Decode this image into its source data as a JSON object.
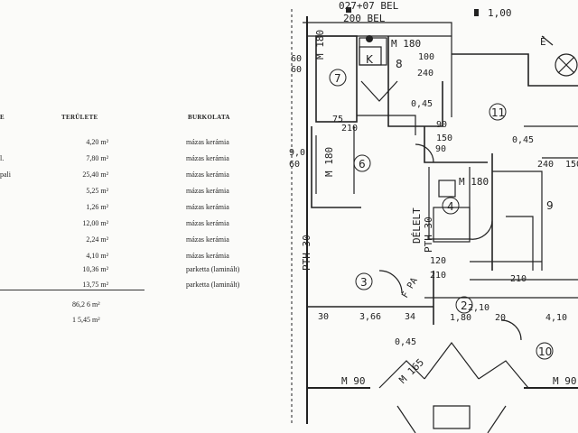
{
  "table": {
    "headers": {
      "area": "TERÜLETE",
      "finish": "BURKOLATA"
    },
    "rows": [
      {
        "label": "",
        "area": "4,20 m²",
        "finish": "mázas kerámia"
      },
      {
        "label": "l.",
        "area": "7,80 m²",
        "finish": "mázas kerámia"
      },
      {
        "label": "pali",
        "area": "25,40 m²",
        "finish": "mázas kerámia"
      },
      {
        "label": "",
        "area": "5,25 m²",
        "finish": "mázas kerámia"
      },
      {
        "label": "",
        "area": "1,26 m²",
        "finish": "mázas kerámia"
      },
      {
        "label": "",
        "area": "12,00 m²",
        "finish": "mázas kerámia"
      },
      {
        "label": "",
        "area": "2,24 m²",
        "finish": "mázas kerámia"
      },
      {
        "label": "",
        "area": "4,10 m²",
        "finish": "mázas kerámia"
      },
      {
        "label": "",
        "area": "10,36 m²",
        "finish": "parketta (laminált)"
      },
      {
        "label": "",
        "area": "13,75 m²",
        "finish": "parketta (laminált)"
      }
    ],
    "total": "86,2 6 m²",
    "extra": "1 5,45 m²"
  },
  "plan": {
    "top_label": "027+07 BEL",
    "top_label_2": "200 BEL",
    "top_dim": "1,00",
    "rooms": [
      "7",
      "8",
      "K",
      "11",
      "6",
      "4",
      "9",
      "3",
      "2",
      "10"
    ],
    "dims": {
      "m180a": "M 180",
      "m180b": "M 180",
      "m180c": "M 180",
      "m90a": "M 90",
      "m90b": "M 90",
      "m165": "M 165",
      "d60a": "60",
      "d60b": "60",
      "d90": "9,0",
      "d60c": "60",
      "d240a": "240",
      "d240b": "240",
      "d045a": "0,45",
      "d045b": "0,45",
      "d045c": "0,45",
      "d210a": "210",
      "d210b": "210",
      "d210c": "210",
      "d210d": "2,10",
      "d75": "75",
      "d120": "120",
      "d150a": "150",
      "d150b": "150",
      "d90b": "90",
      "d90c": "90",
      "d100": "100",
      "d30": "30",
      "d366": "3,66",
      "d34": "34",
      "d180": "1,80",
      "d410": "4,10",
      "d20": "20",
      "pth30a": "PTH-30",
      "pth30b": "PTH 30",
      "delelt": "DÉLELT",
      "fpa": "F PA",
      "e": "É"
    }
  }
}
